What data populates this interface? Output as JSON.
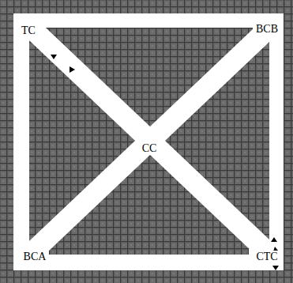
{
  "diagram": {
    "labels": [
      "TC",
      "BCB",
      "CC",
      "BCA",
      "CTC"
    ]
  }
}
